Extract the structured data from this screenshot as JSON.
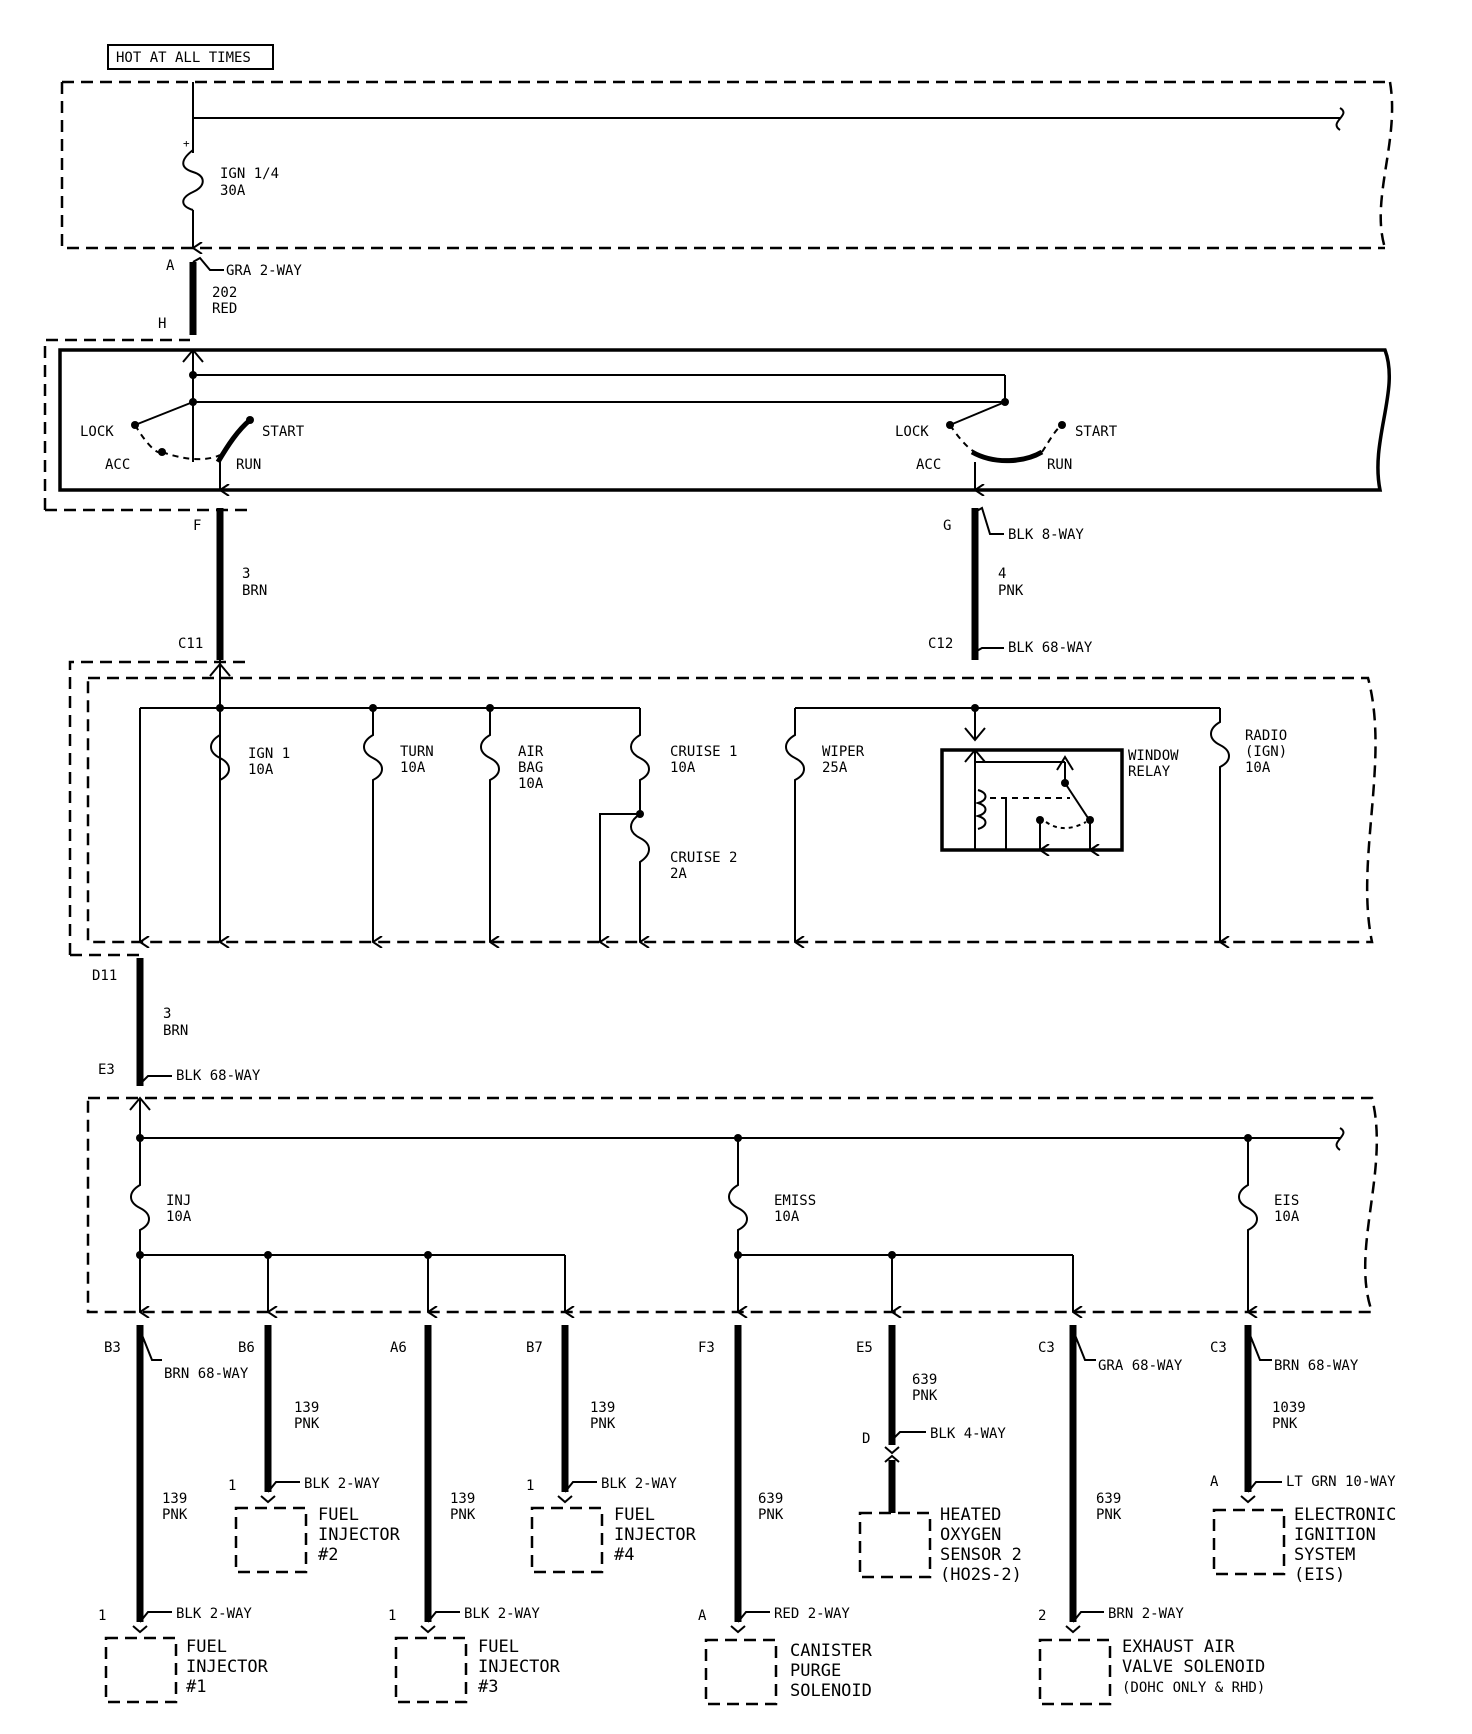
{
  "header": {
    "hot_label": "HOT AT ALL TIMES"
  },
  "fuse_top": {
    "name": "IGN 1/4",
    "rating": "30A"
  },
  "conn_top": {
    "pin_a": "A",
    "pin_h": "H",
    "desc": "GRA 2-WAY",
    "circuit": "202",
    "color": "RED"
  },
  "switch": {
    "left": {
      "lock": "LOCK",
      "start": "START",
      "acc": "ACC",
      "run": "RUN"
    },
    "right": {
      "lock": "LOCK",
      "start": "START",
      "acc": "ACC",
      "run": "RUN"
    }
  },
  "wires_mid": {
    "left": {
      "pin_top": "F",
      "circuit": "3",
      "color": "BRN",
      "pin_bottom": "C11"
    },
    "right": {
      "pin_top": "G",
      "conn_top": "BLK 8-WAY",
      "circuit": "4",
      "color": "PNK",
      "pin_bottom": "C12",
      "conn_bottom": "BLK 68-WAY"
    }
  },
  "fuse_block": {
    "fuses": [
      {
        "name": "IGN 1",
        "rating": "10A"
      },
      {
        "name": "TURN",
        "rating": "10A"
      },
      {
        "name": "AIR",
        "name2": "BAG",
        "rating": "10A"
      },
      {
        "name": "CRUISE 1",
        "rating": "10A"
      },
      {
        "name": "CRUISE 2",
        "rating": "2A"
      },
      {
        "name": "WIPER",
        "rating": "25A"
      },
      {
        "name": "RADIO",
        "name2": "(IGN)",
        "rating": "10A"
      }
    ],
    "relay": {
      "name": "WINDOW",
      "name2": "RELAY"
    }
  },
  "wire_d11": {
    "pin_top": "D11",
    "circuit": "3",
    "color": "BRN",
    "pin_bottom": "E3",
    "conn": "BLK 68-WAY"
  },
  "block2": {
    "fuses": [
      {
        "name": "INJ",
        "rating": "10A"
      },
      {
        "name": "EMISS",
        "rating": "10A"
      },
      {
        "name": "EIS",
        "rating": "10A"
      }
    ]
  },
  "loads": {
    "b3": {
      "pin": "B3",
      "conn": "BRN 68-WAY",
      "circuit": "139",
      "color": "PNK",
      "end_pin": "1",
      "end_conn": "BLK 2-WAY",
      "l1": "FUEL",
      "l2": "INJECTOR",
      "l3": "#1"
    },
    "b6": {
      "pin": "B6",
      "circuit": "139",
      "color": "PNK",
      "end_pin": "1",
      "end_conn": "BLK 2-WAY",
      "l1": "FUEL",
      "l2": "INJECTOR",
      "l3": "#2"
    },
    "a6": {
      "pin": "A6",
      "circuit": "139",
      "color": "PNK",
      "end_pin": "1",
      "end_conn": "BLK 2-WAY",
      "l1": "FUEL",
      "l2": "INJECTOR",
      "l3": "#3"
    },
    "b7": {
      "pin": "B7",
      "circuit": "139",
      "color": "PNK",
      "end_pin": "1",
      "end_conn": "BLK 2-WAY",
      "l1": "FUEL",
      "l2": "INJECTOR",
      "l3": "#4"
    },
    "f3": {
      "pin": "F3",
      "circuit": "639",
      "color": "PNK",
      "end_pin": "A",
      "end_conn": "RED 2-WAY",
      "l1": "CANISTER",
      "l2": "PURGE",
      "l3": "SOLENOID"
    },
    "e5": {
      "pin": "E5",
      "circuit": "639",
      "color": "PNK",
      "end_pin": "D",
      "end_conn": "BLK 4-WAY",
      "l1": "HEATED",
      "l2": "OXYGEN",
      "l3": "SENSOR 2",
      "l4": "(HO2S-2)"
    },
    "c3a": {
      "pin": "C3",
      "conn": "GRA 68-WAY",
      "circuit": "639",
      "color": "PNK",
      "end_pin": "2",
      "end_conn": "BRN 2-WAY",
      "l1": "EXHAUST AIR",
      "l2": "VALVE SOLENOID",
      "l3": "(DOHC ONLY & RHD)"
    },
    "c3b": {
      "pin": "C3",
      "conn": "BRN 68-WAY",
      "circuit": "1039",
      "color": "PNK",
      "end_pin": "A",
      "end_conn": "LT GRN 10-WAY",
      "l1": "ELECTRONIC",
      "l2": "IGNITION",
      "l3": "SYSTEM",
      "l4": "(EIS)"
    }
  }
}
